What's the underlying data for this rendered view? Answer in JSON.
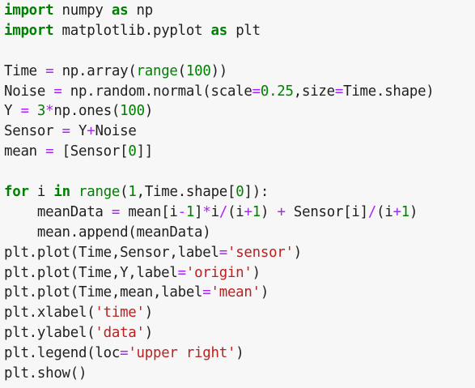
{
  "code_cell": {
    "lines": [
      [
        {
          "t": "import",
          "k": "kw"
        },
        {
          "t": " numpy ",
          "k": "pl"
        },
        {
          "t": "as",
          "k": "kw"
        },
        {
          "t": " np",
          "k": "pl"
        }
      ],
      [
        {
          "t": "import",
          "k": "kw"
        },
        {
          "t": " matplotlib.pyplot ",
          "k": "pl"
        },
        {
          "t": "as",
          "k": "kw"
        },
        {
          "t": " plt",
          "k": "pl"
        }
      ],
      [],
      [
        {
          "t": "Time ",
          "k": "pl"
        },
        {
          "t": "=",
          "k": "op"
        },
        {
          "t": " np.array(",
          "k": "pl"
        },
        {
          "t": "range",
          "k": "bi"
        },
        {
          "t": "(",
          "k": "pl"
        },
        {
          "t": "100",
          "k": "num"
        },
        {
          "t": "))",
          "k": "pl"
        }
      ],
      [
        {
          "t": "Noise ",
          "k": "pl"
        },
        {
          "t": "=",
          "k": "op"
        },
        {
          "t": " np.random.normal(scale",
          "k": "pl"
        },
        {
          "t": "=",
          "k": "op"
        },
        {
          "t": "0.25",
          "k": "num"
        },
        {
          "t": ",size",
          "k": "pl"
        },
        {
          "t": "=",
          "k": "op"
        },
        {
          "t": "Time.shape)",
          "k": "pl"
        }
      ],
      [
        {
          "t": "Y ",
          "k": "pl"
        },
        {
          "t": "=",
          "k": "op"
        },
        {
          "t": " ",
          "k": "pl"
        },
        {
          "t": "3",
          "k": "num"
        },
        {
          "t": "*",
          "k": "op"
        },
        {
          "t": "np.ones(",
          "k": "pl"
        },
        {
          "t": "100",
          "k": "num"
        },
        {
          "t": ")",
          "k": "pl"
        }
      ],
      [
        {
          "t": "Sensor ",
          "k": "pl"
        },
        {
          "t": "=",
          "k": "op"
        },
        {
          "t": " Y",
          "k": "pl"
        },
        {
          "t": "+",
          "k": "op"
        },
        {
          "t": "Noise",
          "k": "pl"
        }
      ],
      [
        {
          "t": "mean ",
          "k": "pl"
        },
        {
          "t": "=",
          "k": "op"
        },
        {
          "t": " [Sensor[",
          "k": "pl"
        },
        {
          "t": "0",
          "k": "num"
        },
        {
          "t": "]]",
          "k": "pl"
        }
      ],
      [],
      [
        {
          "t": "for",
          "k": "kw"
        },
        {
          "t": " i ",
          "k": "pl"
        },
        {
          "t": "in",
          "k": "kw"
        },
        {
          "t": " ",
          "k": "pl"
        },
        {
          "t": "range",
          "k": "bi"
        },
        {
          "t": "(",
          "k": "pl"
        },
        {
          "t": "1",
          "k": "num"
        },
        {
          "t": ",Time.shape[",
          "k": "pl"
        },
        {
          "t": "0",
          "k": "num"
        },
        {
          "t": "]):",
          "k": "pl"
        }
      ],
      [
        {
          "t": "    meanData ",
          "k": "pl"
        },
        {
          "t": "=",
          "k": "op"
        },
        {
          "t": " mean[i",
          "k": "pl"
        },
        {
          "t": "-",
          "k": "op"
        },
        {
          "t": "1",
          "k": "num"
        },
        {
          "t": "]",
          "k": "pl"
        },
        {
          "t": "*",
          "k": "op"
        },
        {
          "t": "i",
          "k": "pl"
        },
        {
          "t": "/",
          "k": "op"
        },
        {
          "t": "(i",
          "k": "pl"
        },
        {
          "t": "+",
          "k": "op"
        },
        {
          "t": "1",
          "k": "num"
        },
        {
          "t": ") ",
          "k": "pl"
        },
        {
          "t": "+",
          "k": "op"
        },
        {
          "t": " Sensor[i]",
          "k": "pl"
        },
        {
          "t": "/",
          "k": "op"
        },
        {
          "t": "(i",
          "k": "pl"
        },
        {
          "t": "+",
          "k": "op"
        },
        {
          "t": "1",
          "k": "num"
        },
        {
          "t": ")",
          "k": "pl"
        }
      ],
      [
        {
          "t": "    mean.append(meanData)",
          "k": "pl"
        }
      ],
      [
        {
          "t": "plt.plot(Time,Sensor,label",
          "k": "pl"
        },
        {
          "t": "=",
          "k": "op"
        },
        {
          "t": "'sensor'",
          "k": "str"
        },
        {
          "t": ")",
          "k": "pl"
        }
      ],
      [
        {
          "t": "plt.plot(Time,Y,label",
          "k": "pl"
        },
        {
          "t": "=",
          "k": "op"
        },
        {
          "t": "'origin'",
          "k": "str"
        },
        {
          "t": ")",
          "k": "pl"
        }
      ],
      [
        {
          "t": "plt.plot(Time,mean,label",
          "k": "pl"
        },
        {
          "t": "=",
          "k": "op"
        },
        {
          "t": "'mean'",
          "k": "str"
        },
        {
          "t": ")",
          "k": "pl"
        }
      ],
      [
        {
          "t": "plt.xlabel(",
          "k": "pl"
        },
        {
          "t": "'time'",
          "k": "str"
        },
        {
          "t": ")",
          "k": "pl"
        }
      ],
      [
        {
          "t": "plt.ylabel(",
          "k": "pl"
        },
        {
          "t": "'data'",
          "k": "str"
        },
        {
          "t": ")",
          "k": "pl"
        }
      ],
      [
        {
          "t": "plt.legend(loc",
          "k": "pl"
        },
        {
          "t": "=",
          "k": "op"
        },
        {
          "t": "'upper right'",
          "k": "str"
        },
        {
          "t": ")",
          "k": "pl"
        }
      ],
      [
        {
          "t": "plt.show()",
          "k": "pl"
        }
      ]
    ]
  },
  "colors": {
    "background": "#f7f7f7",
    "keyword": "#008000",
    "builtin": "#008000",
    "number": "#008000",
    "operator": "#aa22ff",
    "string": "#ba2121",
    "text": "#1f1f1f"
  }
}
